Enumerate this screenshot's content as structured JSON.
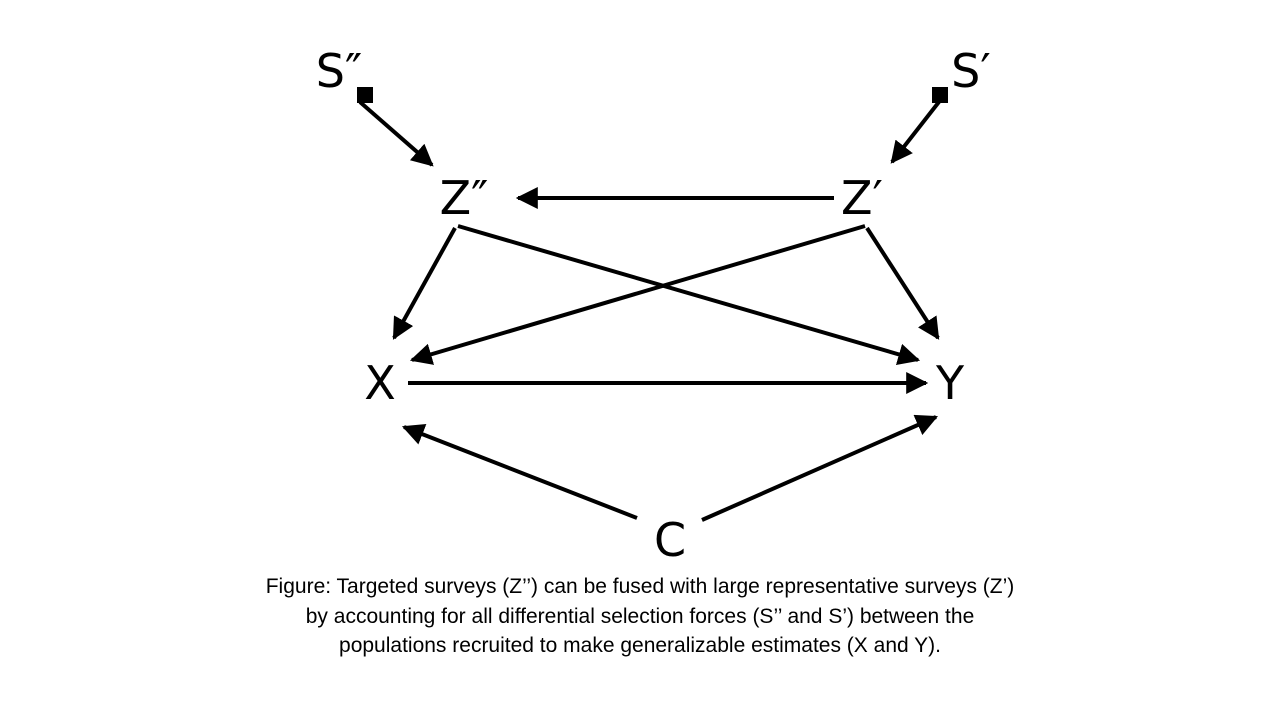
{
  "diagram": {
    "nodes": [
      {
        "id": "s2",
        "label": "S″",
        "kind": "selection"
      },
      {
        "id": "s1",
        "label": "S′",
        "kind": "selection"
      },
      {
        "id": "z2",
        "label": "Z″",
        "kind": "variable"
      },
      {
        "id": "z1",
        "label": "Z′",
        "kind": "variable"
      },
      {
        "id": "x",
        "label": "X",
        "kind": "variable"
      },
      {
        "id": "y",
        "label": "Y",
        "kind": "variable"
      },
      {
        "id": "c",
        "label": "C",
        "kind": "variable"
      }
    ],
    "edges": [
      {
        "from": "s2",
        "to": "z2"
      },
      {
        "from": "s1",
        "to": "z1"
      },
      {
        "from": "z1",
        "to": "z2"
      },
      {
        "from": "z2",
        "to": "x"
      },
      {
        "from": "z2",
        "to": "y"
      },
      {
        "from": "z1",
        "to": "x"
      },
      {
        "from": "z1",
        "to": "y"
      },
      {
        "from": "x",
        "to": "y"
      },
      {
        "from": "c",
        "to": "x"
      },
      {
        "from": "c",
        "to": "y"
      }
    ],
    "colors": {
      "ink": "#000000",
      "background": "#ffffff"
    }
  },
  "caption": {
    "line1": "Figure: Targeted surveys (Z’’) can be fused with large representative surveys (Z’)",
    "line2": "by accounting for all differential selection forces (S’’ and S’) between the",
    "line3": "populations recruited to make generalizable estimates (X and Y)."
  }
}
